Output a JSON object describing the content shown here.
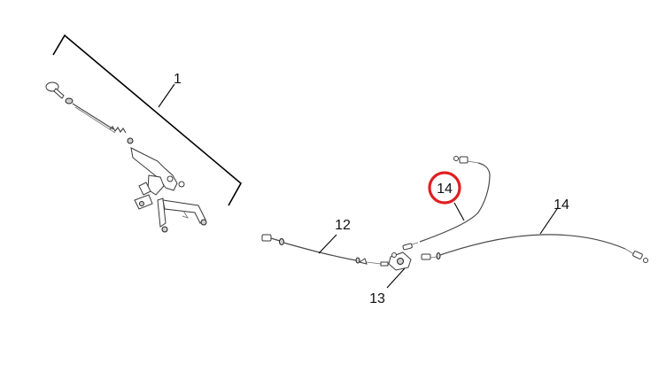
{
  "callouts": {
    "assembly": "1",
    "front_cable": "12",
    "equalizer": "13",
    "rear_cable_left": "14",
    "rear_cable_right": "14"
  },
  "colors": {
    "highlight": "#e01f1f",
    "line": "#000000",
    "part_stroke": "#3a3a3a",
    "background": "#ffffff"
  },
  "highlighted_callout": "rear_cable_left"
}
